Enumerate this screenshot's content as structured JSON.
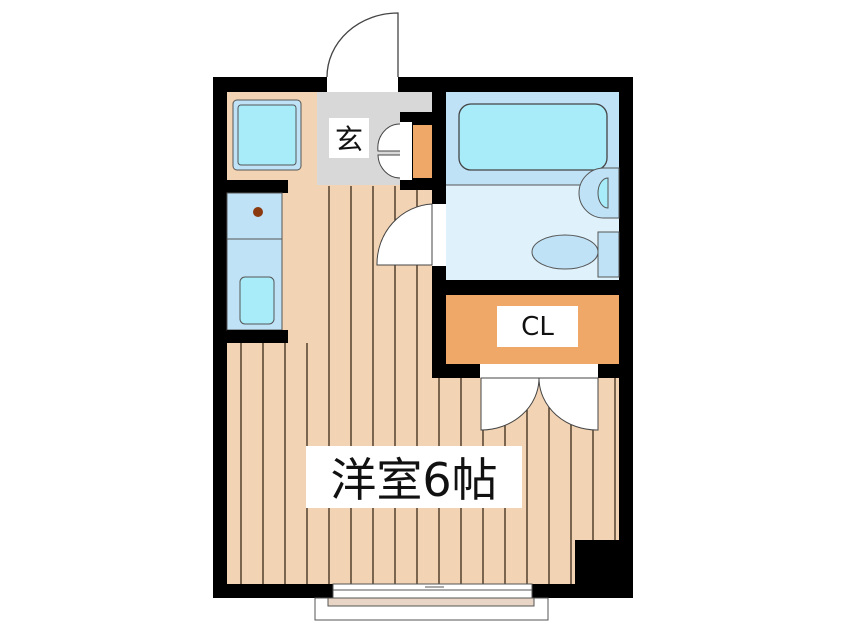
{
  "rooms": {
    "entrance": "玄",
    "closet": "CL",
    "western_room": "洋室6帖"
  },
  "colors": {
    "wall": "#000000",
    "floor": "#f2d3b3",
    "entrance": "#d8d8d8",
    "wet_area": "#bfe2f6",
    "toilet_area": "#dff2fc",
    "fixture": "#a8ecfa",
    "storage": "#f0a868"
  }
}
